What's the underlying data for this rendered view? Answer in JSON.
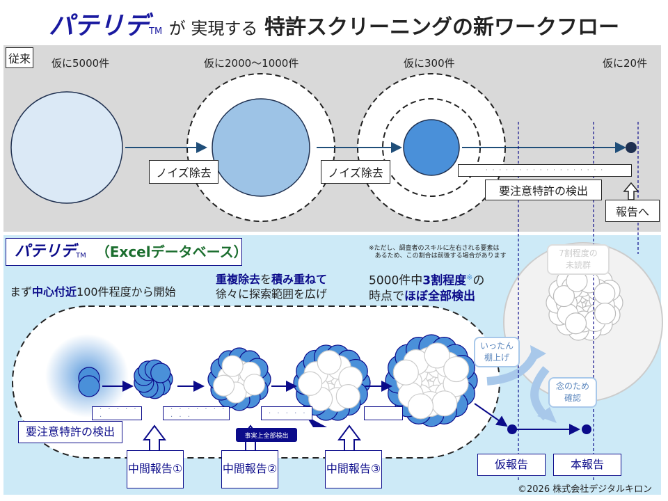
{
  "title": {
    "brand": "パテリデ",
    "tm": "TM",
    "mid": "が 実現する",
    "rest": "特許スクリーニングの新ワークフロー"
  },
  "conventional": {
    "tag": "従来",
    "counts": [
      "仮に5000件",
      "仮に2000〜1000件",
      "仮に300件",
      "仮に20件"
    ],
    "noise1": "ノイズ除去",
    "noise2": "ノイズ除去",
    "dots": "· · · · · · · · · · · · · · · · · ·",
    "detect": "要注意特許の検出",
    "report": "報告へ"
  },
  "pateride": {
    "brand": "パテリデ",
    "tm": "TM",
    "sub": "（Excelデータベース）",
    "step1": {
      "a": "まず",
      "b": "中心付近",
      "c": "100件程度から開始"
    },
    "step2": {
      "a": "重複除去",
      "b": "を",
      "c": "積み重ねて",
      "d": "徐々に探索範囲を広げ"
    },
    "note": [
      "※ただし、調査者のスキルに左右される要素は",
      "あるため、この割合は前後する場合があります"
    ],
    "step3": {
      "a": "5000件中",
      "b": "3割程度",
      "c": "※",
      "d": "の",
      "e": "時点で",
      "f": "ほぼ全部検出"
    },
    "unread": [
      "7割程度の",
      "未読群"
    ],
    "shelve": [
      "いったん",
      "棚上げ"
    ],
    "confirm": [
      "念のため",
      "確認"
    ],
    "dots": [
      "· · ·  · · ·",
      "· · · · · · · · · ·",
      "· · · · ·",
      ""
    ],
    "detect": "要注意特許の検出",
    "callout": "事実上全部検出",
    "interim": [
      [
        "中間",
        "報告①"
      ],
      [
        "中間",
        "報告②"
      ],
      [
        "中間",
        "報告③"
      ]
    ],
    "prelim": "仮報告",
    "final": "本報告"
  },
  "copyright": "©2026 株式会社デジタルキロン",
  "colors": {
    "navy": "#0b0b8a",
    "blue": "#4a90d9",
    "light": "#9dc3e6"
  }
}
